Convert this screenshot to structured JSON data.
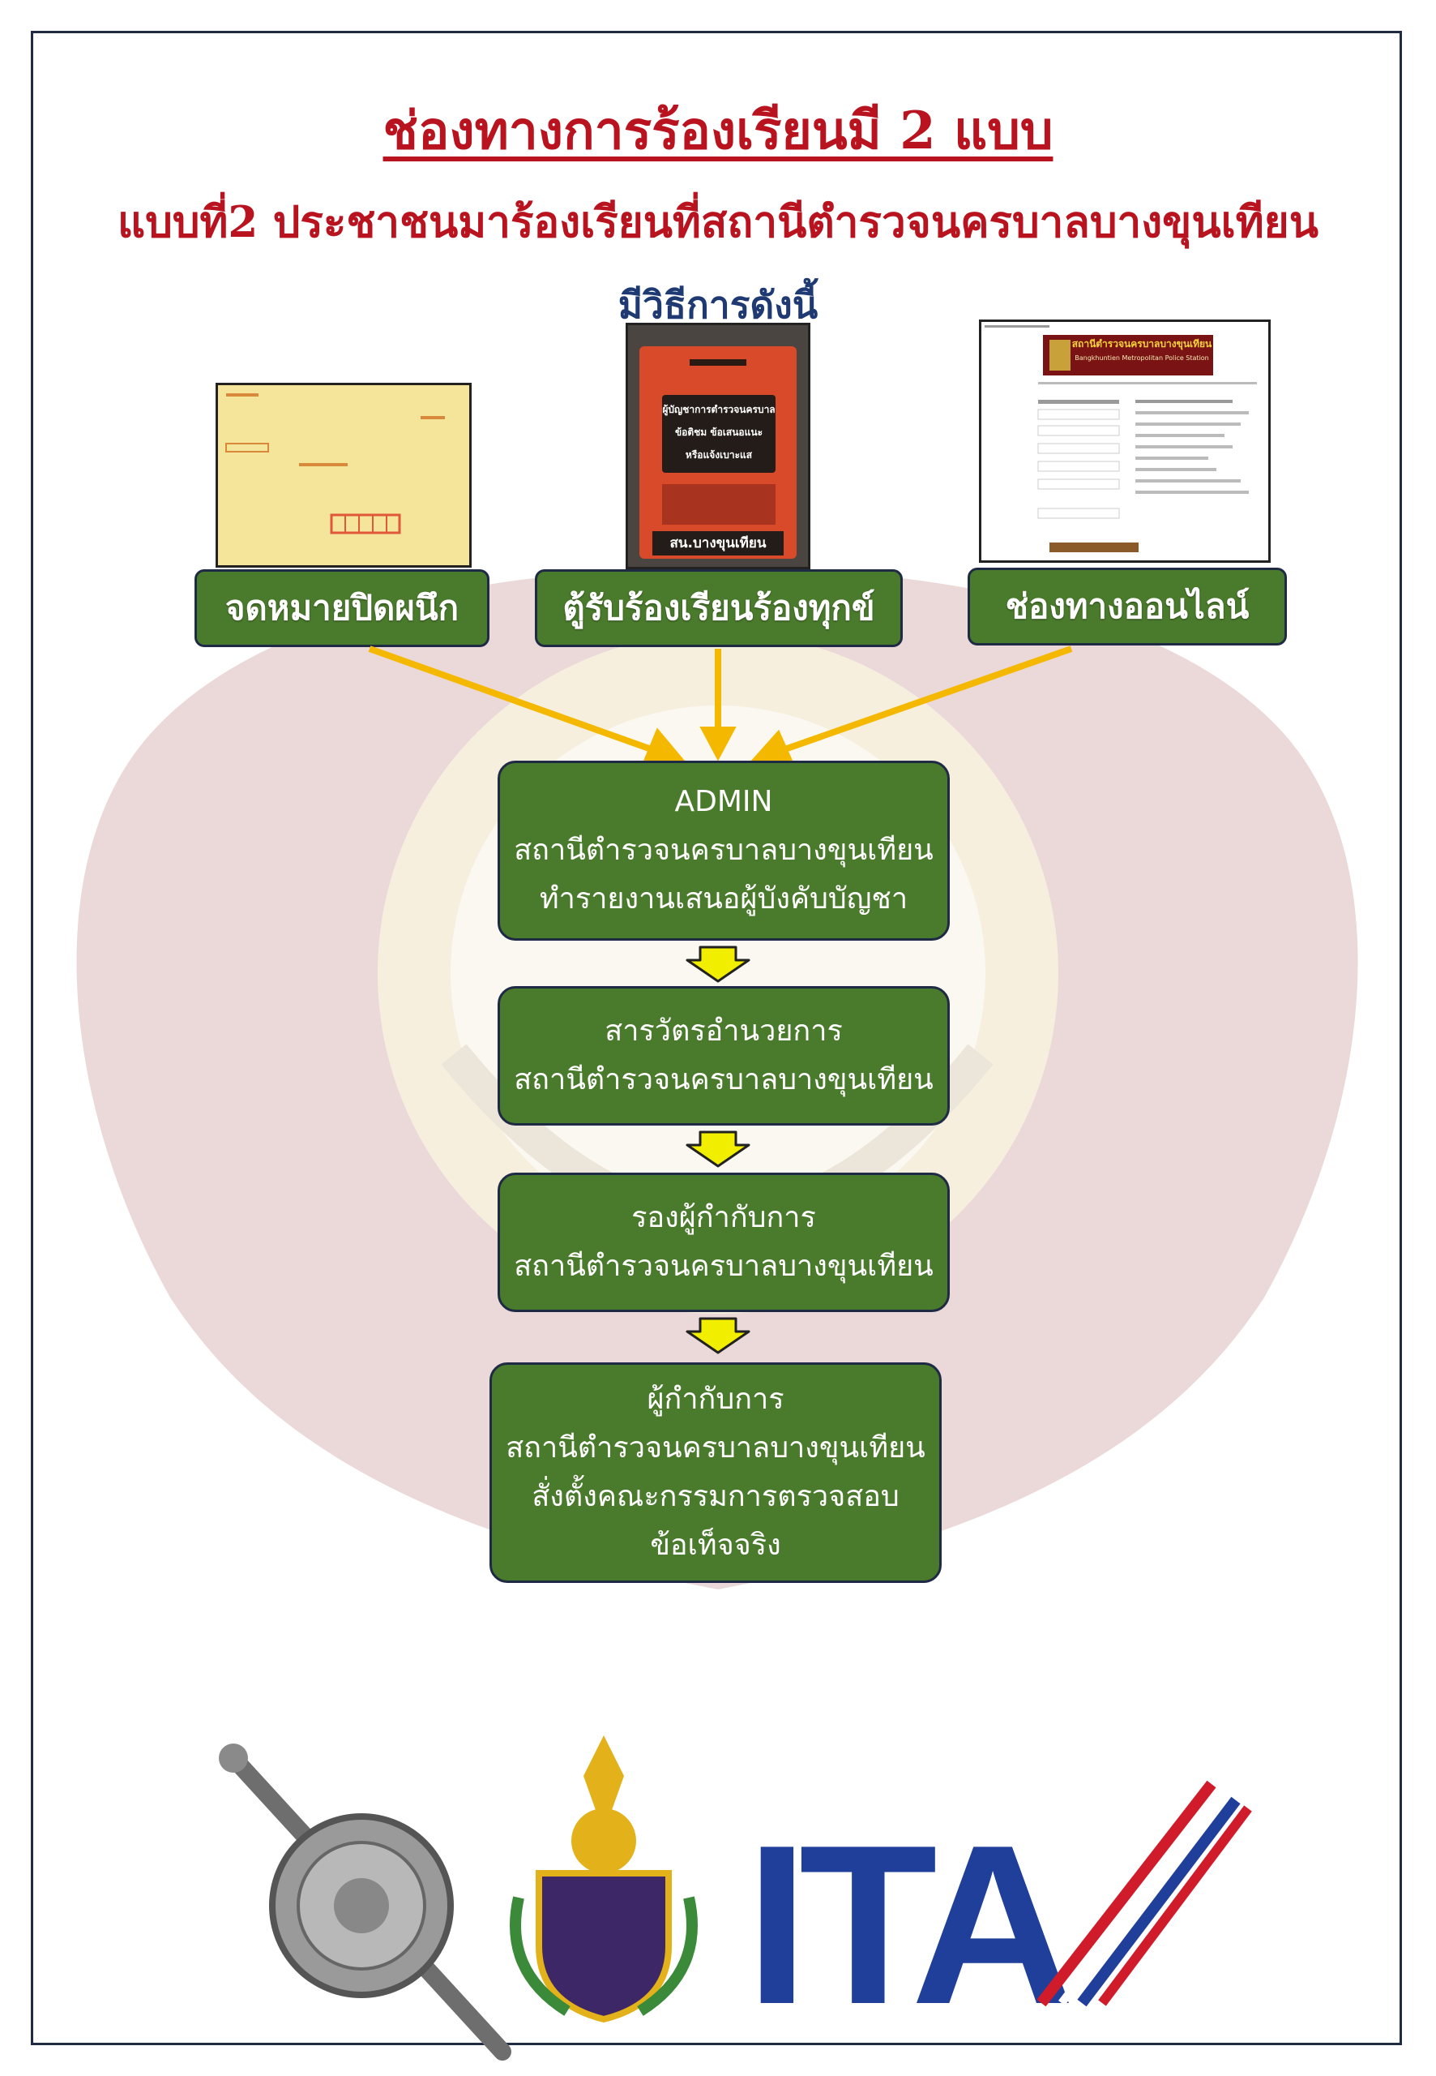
{
  "header": {
    "title": "ช่องทางการร้องเรียนมี 2 แบบ",
    "subtitle": "แบบที่2 ประชาชนมาร้องเรียนที่สถานีตำรวจนครบาลบางขุนเทียน",
    "intro": "มีวิธีการดังนี้"
  },
  "channels": [
    {
      "label": "จดหมายปิดผนึก"
    },
    {
      "label": "ตู้รับร้องเรียนร้องทุกข์"
    },
    {
      "label": "ช่องทางออนไลน์"
    }
  ],
  "photos": {
    "mailbox_sign": [
      "ผู้บัญชาการตำรวจนครบาล",
      "ข้อติชม ข้อเสนอแนะ",
      "หรือแจ้งเบาะแส"
    ],
    "mailbox_station": "สน.บางขุนเทียน",
    "website_banner_th": "สถานีตำรวจนครบาลบางขุนเทียน",
    "website_banner_en": "Bangkhuntien Metropolitan Police Station"
  },
  "flow": [
    {
      "lines": [
        "ADMIN",
        "สถานีตำรวจนครบาลบางขุนเทียน",
        "ทำรายงานเสนอผู้บังคับบัญชา"
      ]
    },
    {
      "lines": [
        "สารวัตรอำนวยการ",
        "สถานีตำรวจนครบาลบางขุนเทียน"
      ]
    },
    {
      "lines": [
        "รองผู้กำกับการ",
        "สถานีตำรวจนครบาลบางขุนเทียน"
      ]
    },
    {
      "lines": [
        "ผู้กำกับการ",
        "สถานีตำรวจนครบาลบางขุนเทียน",
        "สั่งตั้งคณะกรรมการตรวจสอบ",
        "ข้อเท็จจริง"
      ]
    }
  ],
  "logos": {
    "ita_text": "ITA"
  },
  "colors": {
    "title_red": "#b8131e",
    "navy": "#1f3a73",
    "box_green": "#4a7a2c",
    "arrow_orange": "#f5b800",
    "arrow_yellow": "#f2ee00",
    "ita_blue": "#1f3f9a"
  }
}
